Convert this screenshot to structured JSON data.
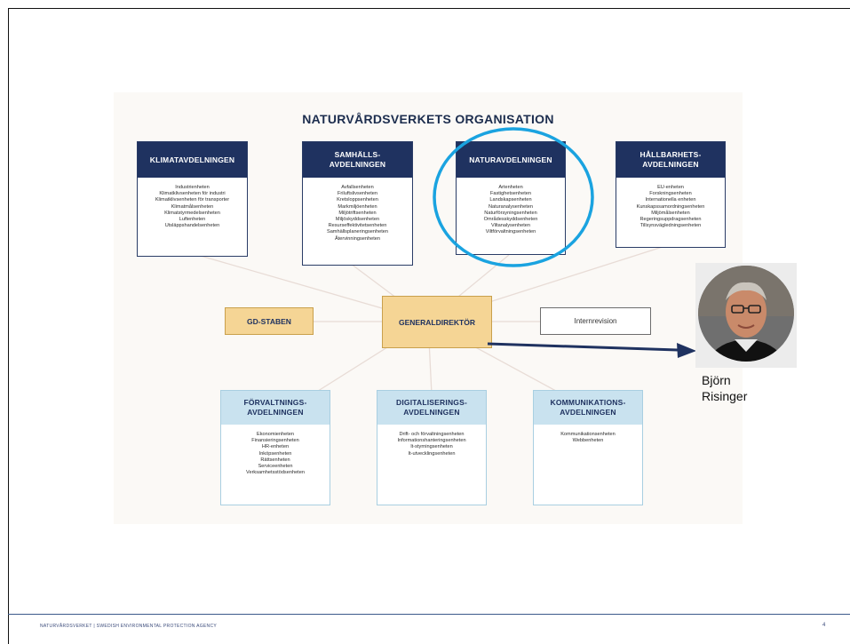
{
  "org": {
    "title": "NATURVÅRDSVERKETS ORGANISATION",
    "top_departments": [
      {
        "name": "KLIMATAVDELNINGEN",
        "units": [
          "Industrienheten",
          "Klimatklivsenheten för industri",
          "Klimatklivsenheten för transporter",
          "Klimatmålsenheten",
          "Klimatstyrmedelsenheten",
          "Luftenheten",
          "Utsläppshandelsenheten"
        ]
      },
      {
        "name": "SAMHÄLLS-\nAVDELNINGEN",
        "units": [
          "Avfallsenheten",
          "Friluftslivsenheten",
          "Kretsloppsenheten",
          "Markmiljöenheten",
          "Miljötriftsenheten",
          "Miljöskyddsenheten",
          "Resurseffektivitetsenheten",
          "Samhällsplaneringsenheten",
          "Återvinningsenheten"
        ]
      },
      {
        "name": "NATURAVDELNINGEN",
        "units": [
          "Artenheten",
          "Fastighetsenheten",
          "Landskapsenheten",
          "Naturanalysenheten",
          "Naturförsyningsenheten",
          "Områdesskyddsenheten",
          "Viltanalysenheten",
          "Viltförvaltningsenheten"
        ]
      },
      {
        "name": "HÅLLBARHETS-\nAVDELNINGEN",
        "units": [
          "EU-enheten",
          "Forskningsenheten",
          "Internationella enheten",
          "Kunskapssamordningsenheten",
          "Miljömålsenheten",
          "Regeringsuppdragsenheten",
          "Tillsynsvägledningsenheten"
        ]
      }
    ],
    "center": {
      "gd_staben": "GD-STABEN",
      "generaldirektor": "GENERALDIREKTÖR",
      "internrevision": "Internrevision"
    },
    "bottom_departments": [
      {
        "name": "FÖRVALTNINGS-\nAVDELNINGEN",
        "units": [
          "Ekonomienheten",
          "Finansieringsenheten",
          "HR-enheten",
          "Inköpsenheten",
          "Rättsenheten",
          "Serviceenheten",
          "Verksamhetsstödsenheten"
        ]
      },
      {
        "name": "DIGITALISERINGS-\nAVDELNINGEN",
        "units": [
          "Drift- och förvaltningsenheten",
          "Informationshanteringsenheten",
          "It-styrningsenheten",
          "It-utvecklingsenheten"
        ]
      },
      {
        "name": "KOMMUNIKATIONS-\nAVDELNINGEN",
        "units": [
          "Kommunikationsenheten",
          "Webbenheten"
        ]
      }
    ]
  },
  "person": {
    "name": "Björn\nRisinger",
    "photo_icon": "portrait-photo"
  },
  "annotations": {
    "highlight_color": "#1aa3e0",
    "arrow_color": "#1f3260"
  },
  "footer": {
    "text": "NATURVÅRDSVERKET | SWEDISH ENVIRONMENTAL PROTECTION AGENCY",
    "page_number": "4"
  }
}
